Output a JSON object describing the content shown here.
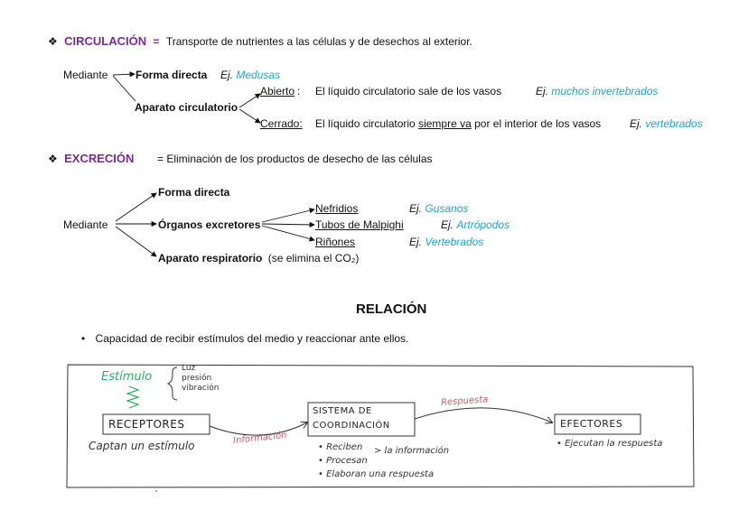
{
  "bullet_glyph": "❖",
  "circ": {
    "title": "CIRCULACIÓN",
    "eq": "=",
    "definition": "Transporte de nutrientes a las células y de desechos al exterior.",
    "mediante": "Mediante",
    "forma_directa": "Forma directa",
    "fd_ej": "Ej.",
    "fd_example": "Medusas",
    "aparato": "Aparato circulatorio",
    "abierto": "Abierto",
    "abierto_colon": ":",
    "abierto_desc": "El líquido circulatorio sale de los vasos",
    "abierto_ej": "Ej.",
    "abierto_example": "muchos invertebrados",
    "cerrado": "Cerrado:",
    "cerrado_desc_1": "El líquido circulatorio",
    "cerrado_desc_u": "siempre va",
    "cerrado_desc_2": "por el interior de los vasos",
    "cerrado_ej": "Ej.",
    "cerrado_example": "vertebrados"
  },
  "excr": {
    "title": "EXCRECIÓN",
    "definition": "= Eliminación de los productos de desecho de las células",
    "mediante": "Mediante",
    "forma_directa": "Forma directa",
    "organos": "Órganos excretores",
    "aparato_resp": "Aparato respiratorio",
    "resp_note": "(se elimina el CO₂)",
    "nefridios": "Nefridios",
    "nef_ej": "Ej.",
    "nef_example": "Gusanos",
    "tubos": "Tubos de Malpighi",
    "tub_ej": "Ej.",
    "tub_example": "Artrópodos",
    "rinones": "Riñones",
    "rin_ej": "Ej.",
    "rin_example": "Vertebrados"
  },
  "relacion": {
    "title": "RELACIÓN",
    "bullet": "•",
    "definition": "Capacidad de recibir estímulos del medio y reaccionar ante ellos."
  },
  "diagram": {
    "estimulo": "Estímulo",
    "stimuli": [
      "Luz",
      "presión",
      "vibración"
    ],
    "receptores": "RECEPTORES",
    "receptores_desc": "Captan un estímulo",
    "informacion": "Información",
    "sistema_1": "SISTEMA DE",
    "sistema_2": "COORDINACIÓN",
    "coord_items": [
      "• Reciben",
      "• Procesan",
      "• Elaboran una respuesta"
    ],
    "la_informacion": "> la información",
    "respuesta": "Respuesta",
    "efectores": "EFECTORES",
    "efectores_desc": "• Ejecutan la respuesta"
  },
  "colors": {
    "purple": "#7a2a98",
    "example_blue": "#1fa3cf",
    "green": "#2fae6a",
    "red": "#d05a6a"
  }
}
